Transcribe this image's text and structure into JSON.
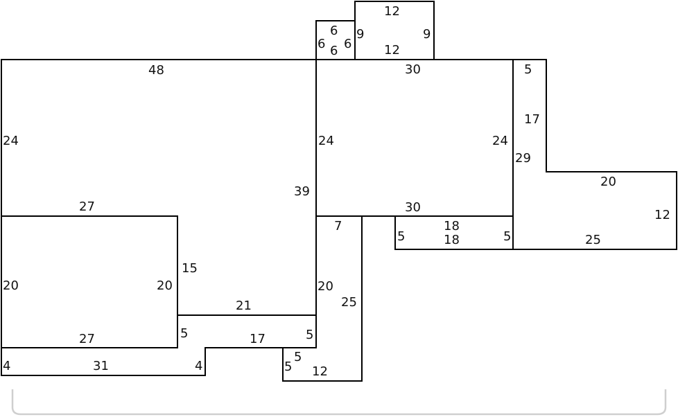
{
  "diagram": {
    "colors": {
      "stroke": "#000000",
      "text": "#111111",
      "frame": "#cfcfcf"
    },
    "labels": {
      "tiny_top": "6",
      "tiny_left": "6",
      "tiny_mid": "6",
      "tiny_right": "6",
      "top_sq_top": "12",
      "top_sq_bottom": "12",
      "top_sq_left": "9",
      "top_sq_right": "9",
      "big_top": "48",
      "big_left": "24",
      "big_right": "39",
      "inner_top": "27",
      "inner_left": "20",
      "inner_right": "20",
      "inner_bottom": "27",
      "step_vertical": "15",
      "step_horizontal": "21",
      "low_left": "4",
      "low_bottom": "31",
      "low_step": "4",
      "strip_left": "5",
      "strip_top": "17",
      "strip_right": "5",
      "mid_top": "30",
      "mid_left": "24",
      "mid_right": "24",
      "mid_bottom": "30",
      "tall_top": "7",
      "tall_left": "20",
      "tall_right": "25",
      "tall_bottom": "12",
      "tall_step_a": "5",
      "tall_step_b": "5",
      "small_top": "18",
      "small_bottom": "18",
      "small_left": "5",
      "small_right": "5",
      "right_top": "5",
      "right_step": "17",
      "right_left": "29",
      "right_ledge": "20",
      "right_end": "12",
      "right_bottom": "25"
    }
  }
}
